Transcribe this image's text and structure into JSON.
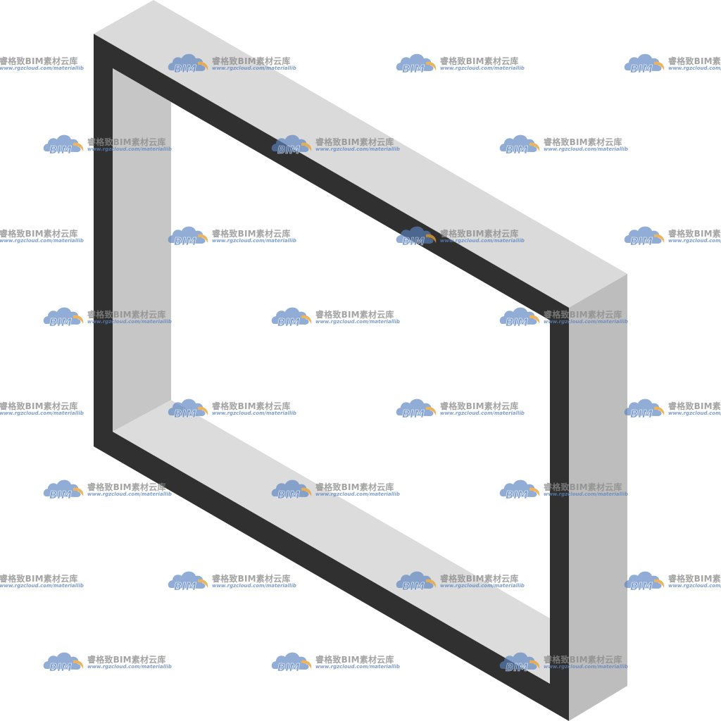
{
  "object": {
    "name": "rectangular-frame",
    "colors": {
      "front_edge": "#303030",
      "top_face": "#dadada",
      "right_face": "#bdbdbd",
      "inner_left_face": "#c6c6c6",
      "inner_bottom_face": "#dcdcdc",
      "background": "#ffffff"
    }
  },
  "watermark": {
    "logo_text": "BIM",
    "title": "睿格致BIM素材云库",
    "url": "www.rgzcloud.com/materiallib",
    "colors": {
      "cloud": "#5b84c0",
      "swoosh": "#e8a030",
      "title": "#8a8a8a",
      "url": "#5b84c0"
    }
  }
}
